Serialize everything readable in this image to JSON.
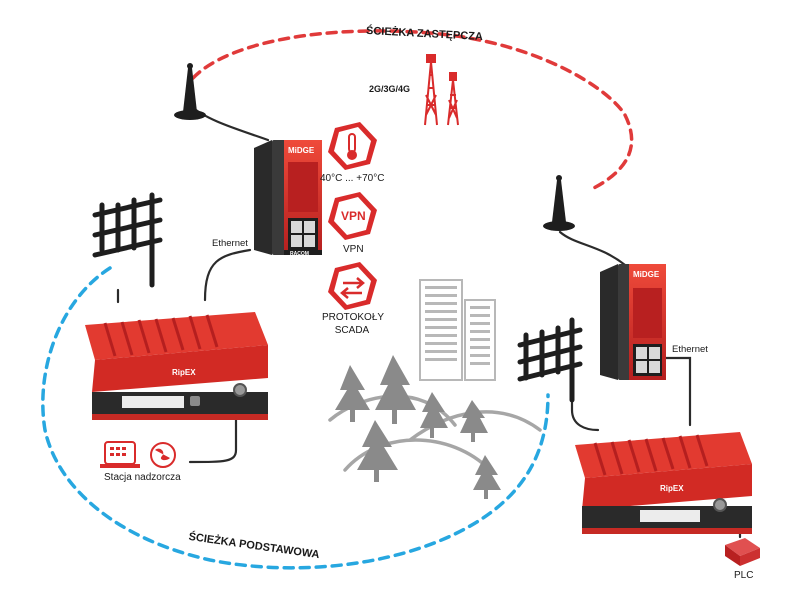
{
  "labels": {
    "backup_path": "ŚCIEŻKA ZASTĘPCZA",
    "primary_path": "ŚCIEŻKA PODSTAWOWA",
    "cellular": "2G/3G/4G",
    "temperature": "40°C ... +70°C",
    "vpn_badge": "VPN",
    "vpn": "VPN",
    "scada_line1": "PROTOKOŁY",
    "scada_line2": "SCADA",
    "ethernet_left": "Ethernet",
    "ethernet_right": "Ethernet",
    "station": "Stacja nadzorcza",
    "plc": "PLC",
    "midge_brand": "MiDGE",
    "ripex_brand": "RipEX",
    "racom_brand": "RACOM"
  },
  "colors": {
    "brand_red": "#d92b2b",
    "backup_dash": "#e03a3a",
    "primary_dash": "#27a7e0",
    "cable": "#2b2b2b",
    "tree_gray": "#8a8a8a",
    "building_gray": "#b8b8b8"
  },
  "icons": [
    "thermometer-icon",
    "vpn-icon",
    "protocol-arrows-icon",
    "cell-tower-icon",
    "antenna-icon",
    "yagi-antenna-icon",
    "computer-icon",
    "globe-icon",
    "plc-icon"
  ]
}
